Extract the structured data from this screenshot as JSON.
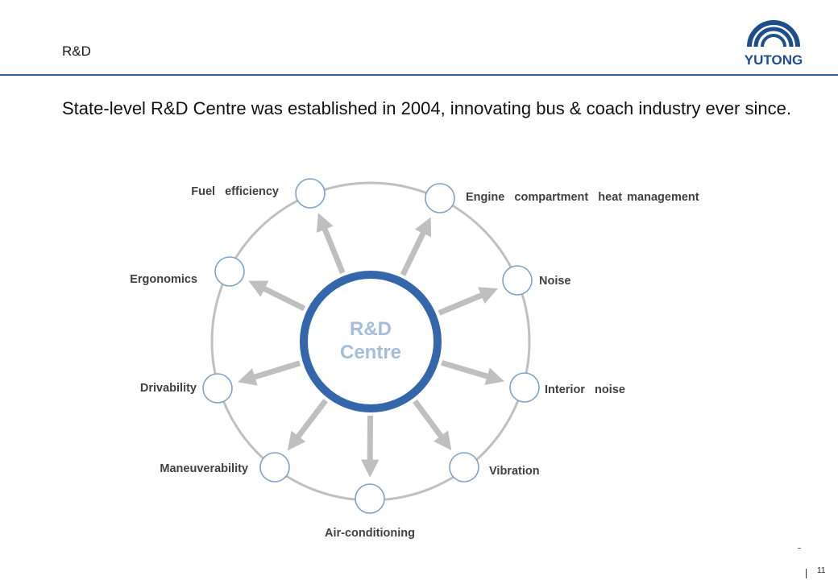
{
  "header": {
    "title": "R&D",
    "rule_color": "#2f5f97"
  },
  "logo": {
    "text": "YUTONG",
    "icon": "yutong-arches-icon",
    "color": "#1f4e8c"
  },
  "headline": "State-level R&D Centre was established in 2004, innovating bus & coach industry ever since.",
  "diagram": {
    "center": {
      "line1": "R&D",
      "line2": "Centre",
      "ring_color": "#3366aa",
      "text_color": "#a6bddb"
    },
    "ring_color": "#c0c0c0",
    "arrow_color": "#bfbfbf",
    "node_border_color": "#7fa3cc",
    "nodes": [
      "Fuel  efficiency",
      "Engine  compartment  heat management",
      "Noise",
      "Interior  noise",
      "Vibration",
      "Air-conditioning",
      "Maneuverability",
      "Drivability",
      "Ergonomics"
    ]
  },
  "footer": {
    "page_number": "11"
  }
}
